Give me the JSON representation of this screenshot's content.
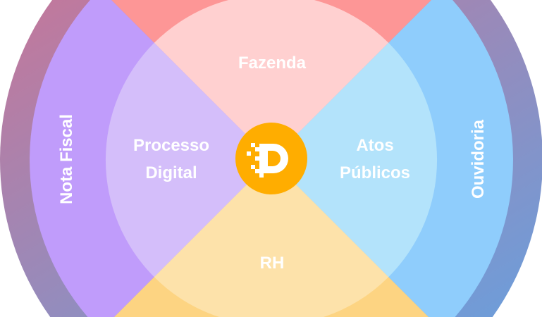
{
  "segments": {
    "top": "Fazenda",
    "left_line1": "Processo",
    "left_line2": "Digital",
    "right_line1": "Atos",
    "right_line2": "Públicos",
    "bottom": "RH",
    "outer_left": "Nota Fiscal",
    "outer_right": "Ouvidoria"
  },
  "logo": {
    "letter": "D",
    "color": "#ffad00"
  },
  "colors": {
    "ring_gradient_start": "#c4779a",
    "ring_gradient_end": "#6b9edb",
    "mid_top": "#fd9696",
    "mid_left": "#c09cfb",
    "mid_right": "#8fcdfc",
    "mid_bottom": "#fdd482",
    "in_top": "#ffd0d0",
    "in_left": "#d4befa",
    "in_right": "#b3e3fb",
    "in_bottom": "#fde2aa"
  }
}
